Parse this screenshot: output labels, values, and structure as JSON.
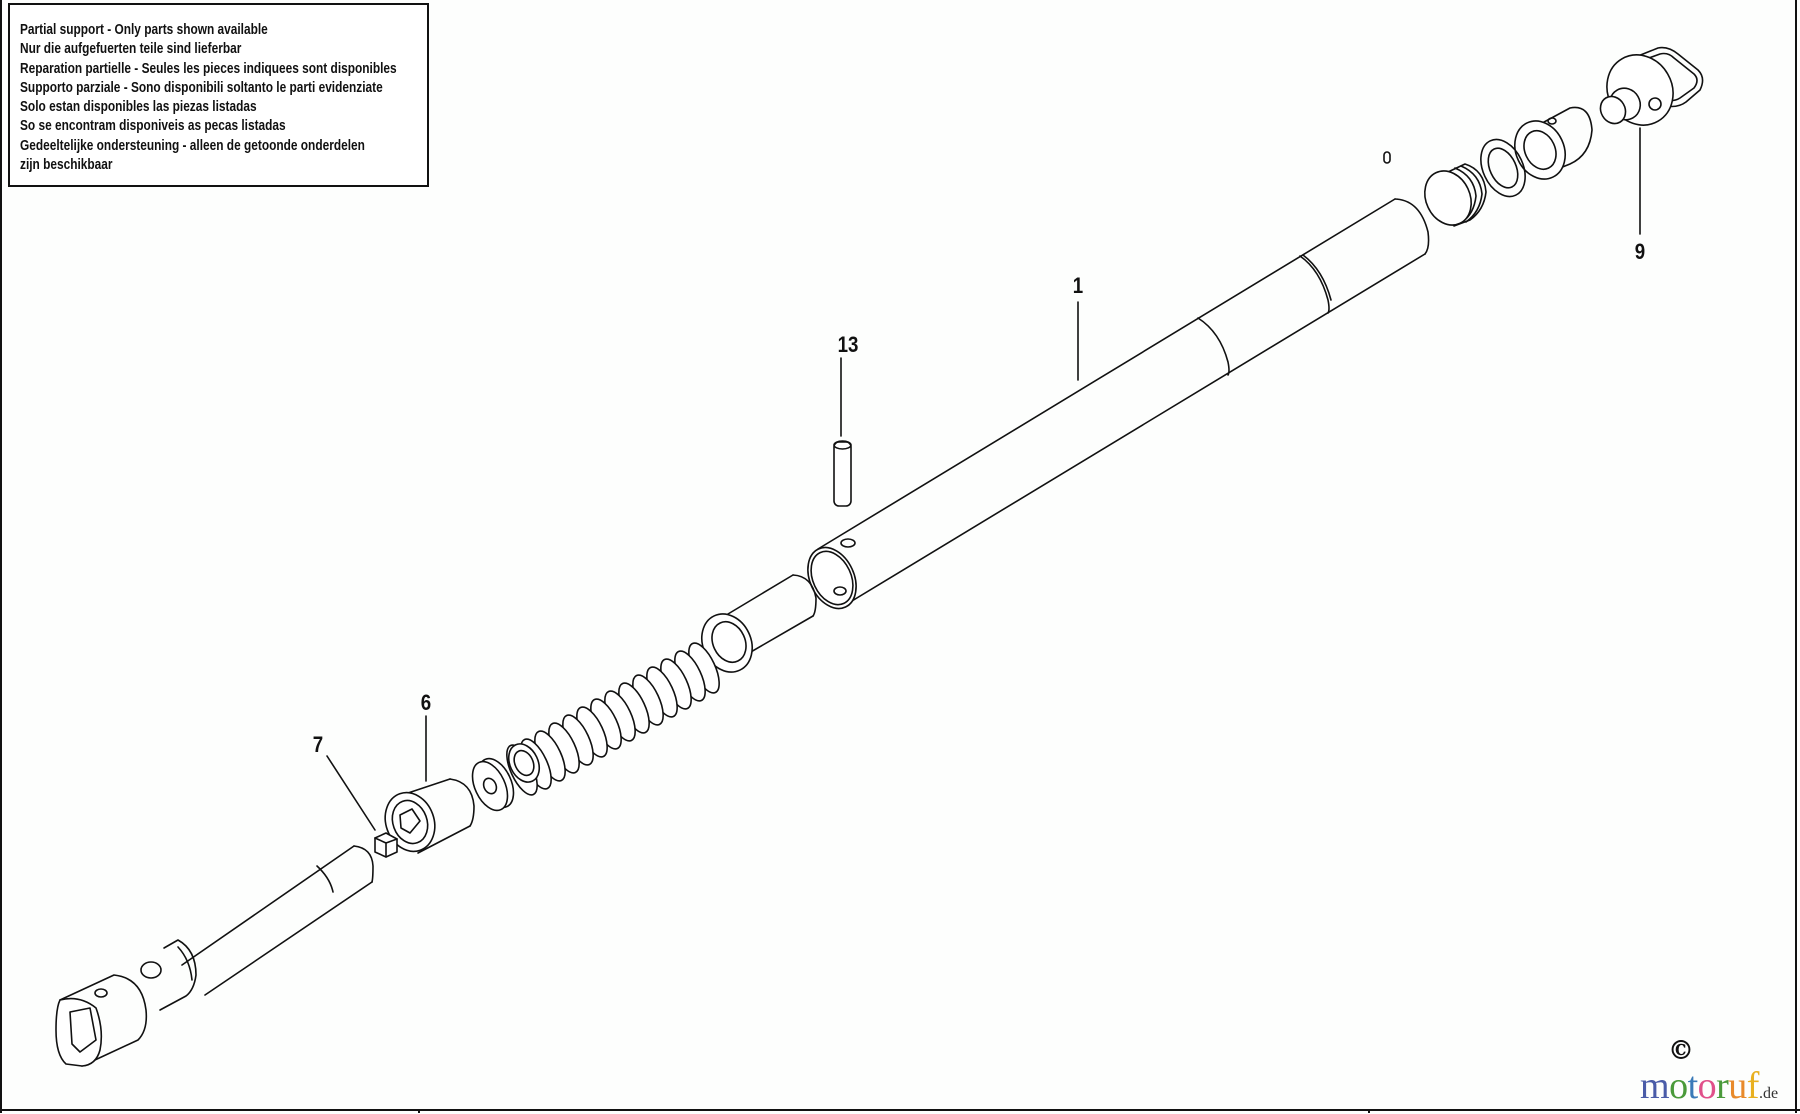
{
  "notice": {
    "lines": [
      "Partial support - Only parts shown available",
      "Nur die aufgefuerten teile sind lieferbar",
      "Reparation partielle - Seules les pieces indiquees sont disponibles",
      "Supporto parziale - Sono disponibili soltanto le parti evidenziate",
      "Solo estan disponibles las piezas listadas",
      "So se encontram disponiveis as pecas listadas",
      "Gedeeltelijke ondersteuning - alleen de getoonde onderdelen",
      "zijn beschikbaar"
    ]
  },
  "callouts": [
    {
      "id": "1",
      "label": "1",
      "part": "main-tube"
    },
    {
      "id": "6",
      "label": "6",
      "part": "square-drive-socket"
    },
    {
      "id": "7",
      "label": "7",
      "part": "square-block"
    },
    {
      "id": "9",
      "label": "9",
      "part": "handle-end-cap"
    },
    {
      "id": "13",
      "label": "13",
      "part": "roll-pin"
    }
  ],
  "footer": {
    "copyright_symbol": "©",
    "logo": {
      "letters": [
        {
          "char": "m",
          "color": "#4a5ca8"
        },
        {
          "char": "o",
          "color": "#4a9a3a"
        },
        {
          "char": "t",
          "color": "#3a7ab8"
        },
        {
          "char": "o",
          "color": "#e0508a"
        },
        {
          "char": "r",
          "color": "#4a9a3a"
        },
        {
          "char": "u",
          "color": "#e88a2a"
        },
        {
          "char": "f",
          "color": "#e8b020"
        }
      ],
      "tld": ".de"
    }
  },
  "colors": {
    "line": "#111111",
    "background": "#fdfefd"
  }
}
